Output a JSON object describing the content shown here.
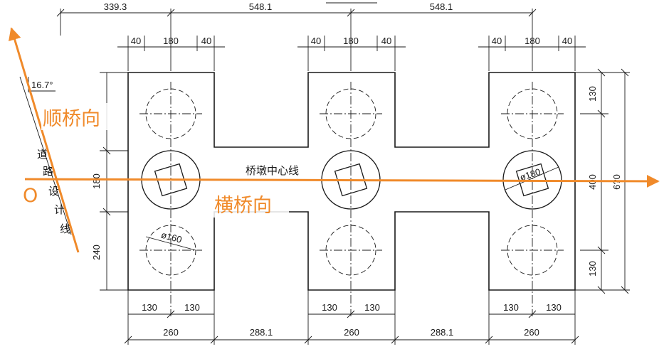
{
  "dimensions": {
    "top": {
      "d1": "339.3",
      "d2": "548.1",
      "d3": "548.1"
    },
    "col_left": {
      "w1": "40",
      "w2": "180",
      "w3": "40"
    },
    "col_mid": {
      "w1": "40",
      "w2": "180",
      "w3": "40"
    },
    "col_right": {
      "w1": "40",
      "w2": "180",
      "w3": "40"
    },
    "bottom_small": [
      "130",
      "130",
      "130",
      "130",
      "130",
      "130"
    ],
    "bottom_large": [
      "260",
      "288.1",
      "260",
      "288.1",
      "260"
    ],
    "left": {
      "h1": "180",
      "h2": "240"
    },
    "right_inner": {
      "h1": "130",
      "h2": "400",
      "h3": "130"
    },
    "right_outer": "6?0",
    "angle": "16.7°"
  },
  "pile_labels": {
    "small": "ø160",
    "large": "ø180"
  },
  "labels": {
    "pier_centerline": "桥墩中心线",
    "road_line": [
      "道",
      "路",
      "设",
      "计",
      "线"
    ],
    "along_bridge": "顺桥向",
    "transverse": "横桥向",
    "origin": "O"
  },
  "colors": {
    "accent": "#f08a2a",
    "ink": "#1a1a1a"
  }
}
